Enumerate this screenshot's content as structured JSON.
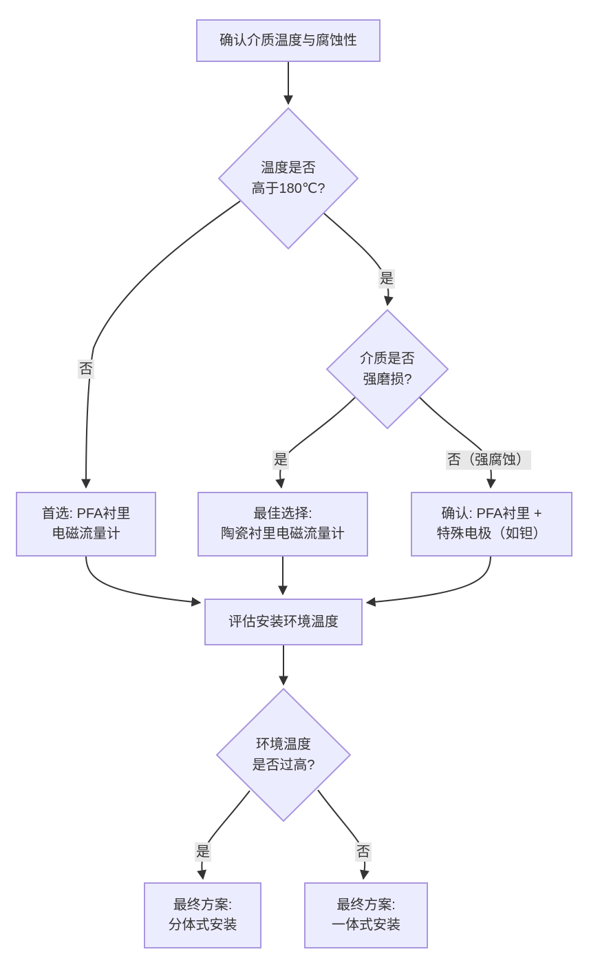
{
  "diagram": {
    "colors": {
      "node_fill": "#ECECFF",
      "node_border": "#A996DE",
      "edge_line": "#333333",
      "edge_label_bg": "#E8E8E8",
      "text": "#333333"
    },
    "nodes": {
      "start": {
        "line1": "确认介质温度与腐蚀性"
      },
      "decision_temp": {
        "line1": "温度是否",
        "line2": "高于180℃?"
      },
      "decision_abrasion": {
        "line1": "介质是否",
        "line2": "强磨损?"
      },
      "pfa": {
        "line1": "首选: PFA衬里",
        "line2": "电磁流量计"
      },
      "ceramic": {
        "line1": "最佳选择:",
        "line2": "陶瓷衬里电磁流量计"
      },
      "tantalum": {
        "line1": "确认: PFA衬里 +",
        "line2": "特殊电极（如钽）"
      },
      "env": {
        "line1": "评估安装环境温度"
      },
      "decision_env": {
        "line1": "环境温度",
        "line2": "是否过高?"
      },
      "remote": {
        "line1": "最终方案:",
        "line2": "分体式安装"
      },
      "compact": {
        "line1": "最终方案:",
        "line2": "一体式安装"
      }
    },
    "edge_labels": {
      "temp_no": "否",
      "temp_yes": "是",
      "abrasion_yes": "是",
      "abrasion_no": "否（强腐蚀）",
      "env_yes": "是",
      "env_no": "否"
    }
  }
}
